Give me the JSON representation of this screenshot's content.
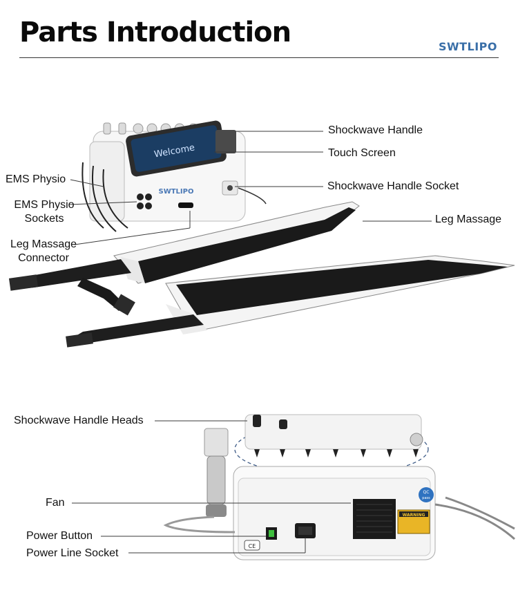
{
  "header": {
    "title": "Parts Introduction",
    "brand": "SWTLIPO"
  },
  "device_top": {
    "screen_text": "Welcome",
    "front_logo": "SWTLIPO"
  },
  "labels_top": {
    "shockwave_handle": "Shockwave Handle",
    "touch_screen": "Touch Screen",
    "shockwave_handle_socket": "Shockwave Handle Socket",
    "leg_massage": "Leg Massage",
    "ems_physio": "EMS Physio",
    "ems_physio_sockets_line1": "EMS Physio",
    "ems_physio_sockets_line2": "Sockets",
    "leg_massage_connector_line1": "Leg Massage",
    "leg_massage_connector_line2": "Connector"
  },
  "device_back": {
    "qc_badge_line1": "QC",
    "qc_badge_line2": "pass",
    "warning_label": "WARNING",
    "ce_mark": "CE"
  },
  "labels_bottom": {
    "shockwave_handle_heads": "Shockwave Handle Heads",
    "fan": "Fan",
    "power_button": "Power Button",
    "power_line_socket": "Power Line Socket"
  },
  "colors": {
    "line": "#3a3a3a",
    "accent": "#3a6fa8",
    "screen": "#1b3d63",
    "dashed": "#3c5a86"
  }
}
